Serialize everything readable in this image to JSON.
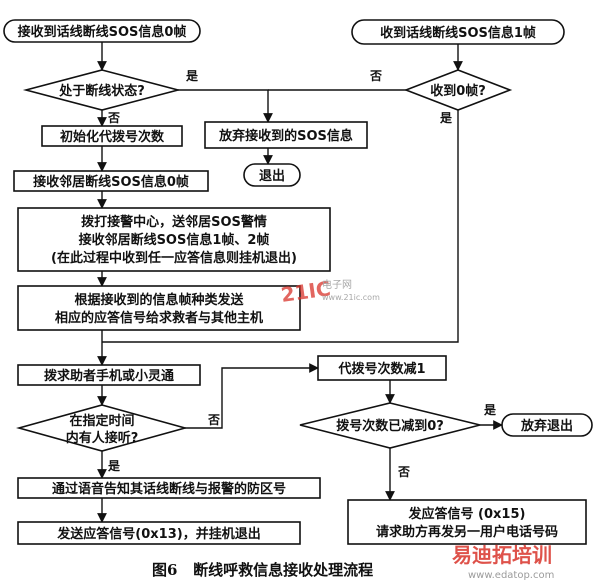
{
  "nodes": {
    "start0": "接收到话线断线SOS信息0帧",
    "start1": "收到话线断线SOS信息1帧",
    "d_disconnected": "处于断线状态?",
    "d_frame0": "收到0帧?",
    "init_count": "初始化代拨号次数",
    "discard": "放弃接收到的SOS信息",
    "exit": "退出",
    "recv_neighbor": "接收邻居断线SOS信息0帧",
    "dial_center": [
      "拨打接警中心，送邻居SOS警情",
      "接收邻居断线SOS信息1帧、2帧",
      "(在此过程中收到任一应答信息则挂机退出)"
    ],
    "send_response": [
      "根据接收到的信息帧种类发送",
      "相应的应答信号给求救者与其他主机"
    ],
    "dial_mobile": "拨求助者手机或小灵通",
    "dec_count": "代拨号次数减1",
    "d_answer": [
      "在指定时间",
      "内有人接听?"
    ],
    "d_count_zero": "拨号次数已减到0?",
    "give_up": "放弃退出",
    "notify": "通过语音告知其话线断线与报警的防区号",
    "send_0x13": "发送应答信号(0x13)，并挂机退出",
    "send_0x15": [
      "发应答信号 (0x15)",
      "请求助方再发另一用户电话号码"
    ]
  },
  "labels": {
    "yes": "是",
    "no": "否"
  },
  "caption": "图6   断线呼救信息接收处理流程",
  "watermark": {
    "top_red": "21IC",
    "top_grey": "电子网",
    "top_url": "www.21ic.com",
    "bottom_red": "易迪拓培训",
    "bottom_url": "www.edatop.com"
  }
}
